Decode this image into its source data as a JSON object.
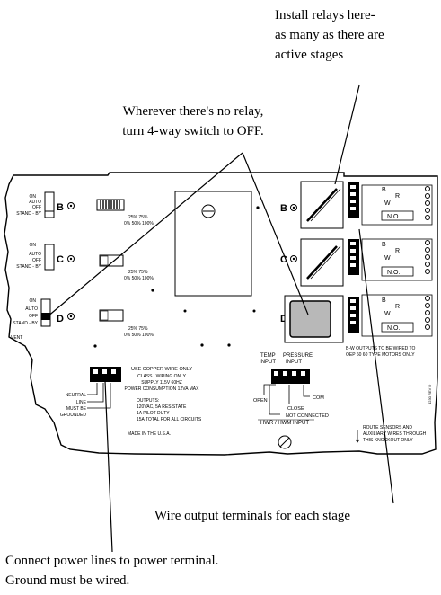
{
  "callouts": {
    "relays": [
      "Install relays here-",
      "as many as there are",
      "active stages"
    ],
    "switch": [
      "Wherever there's no relay,",
      "turn 4-way switch to OFF."
    ],
    "output": "Wire output terminals for each stage",
    "power": [
      "Connect power lines to power terminal.",
      "Ground must be wired."
    ]
  },
  "switches": {
    "on": "ON",
    "auto": "AUTO",
    "off": "OFF",
    "standby": "STAND - BY",
    "stages": [
      "B",
      "C",
      "D"
    ]
  },
  "pots": {
    "scale": "0%  50%  100%",
    "marks": "25%  75%"
  },
  "terminals": {
    "b": "B",
    "r": "R",
    "w": "W",
    "no": "N.O."
  },
  "board_text": {
    "copper": "USE COPPER WIRE ONLY",
    "class1": "CLASS I WIRING ONLY",
    "supply": "SUPPLY 115V 60HZ",
    "power_cons": "POWER CONSUMPTION 12VA MAX",
    "neutral": "NEUTRAL",
    "line": "LINE",
    "must_be": "MUST BE",
    "grounded": "GROUNDED",
    "outputs": "OUTPUTS:",
    "out1": "120VAC, 5A RES STATE",
    "out2": "1A PILOT DUTY",
    "out3": "15A TOTAL FOR ALL CIRCUITS",
    "made": "MADE IN THE U.S.A.",
    "temp": "TEMP",
    "pressure": "PRESSURE",
    "input": "INPUT",
    "open": "OPEN",
    "close": "CLOSE",
    "com": "COM",
    "not_connected": "NOT CONNECTED",
    "hwr": "HWR / HWM INPUT",
    "bw_note1": "B-W OUTPUTS TO BE WIRED TO",
    "bw_note2": "OEP 60 60 TYPE MOTORS ONLY",
    "route1": "ROUTE SENSORS AND",
    "route2": "AUXILIARY WIRES THROUGH",
    "route3": "THIS KNOCKOUT ONLY",
    "vent": "VENT",
    "serial": "4230 REV D"
  }
}
